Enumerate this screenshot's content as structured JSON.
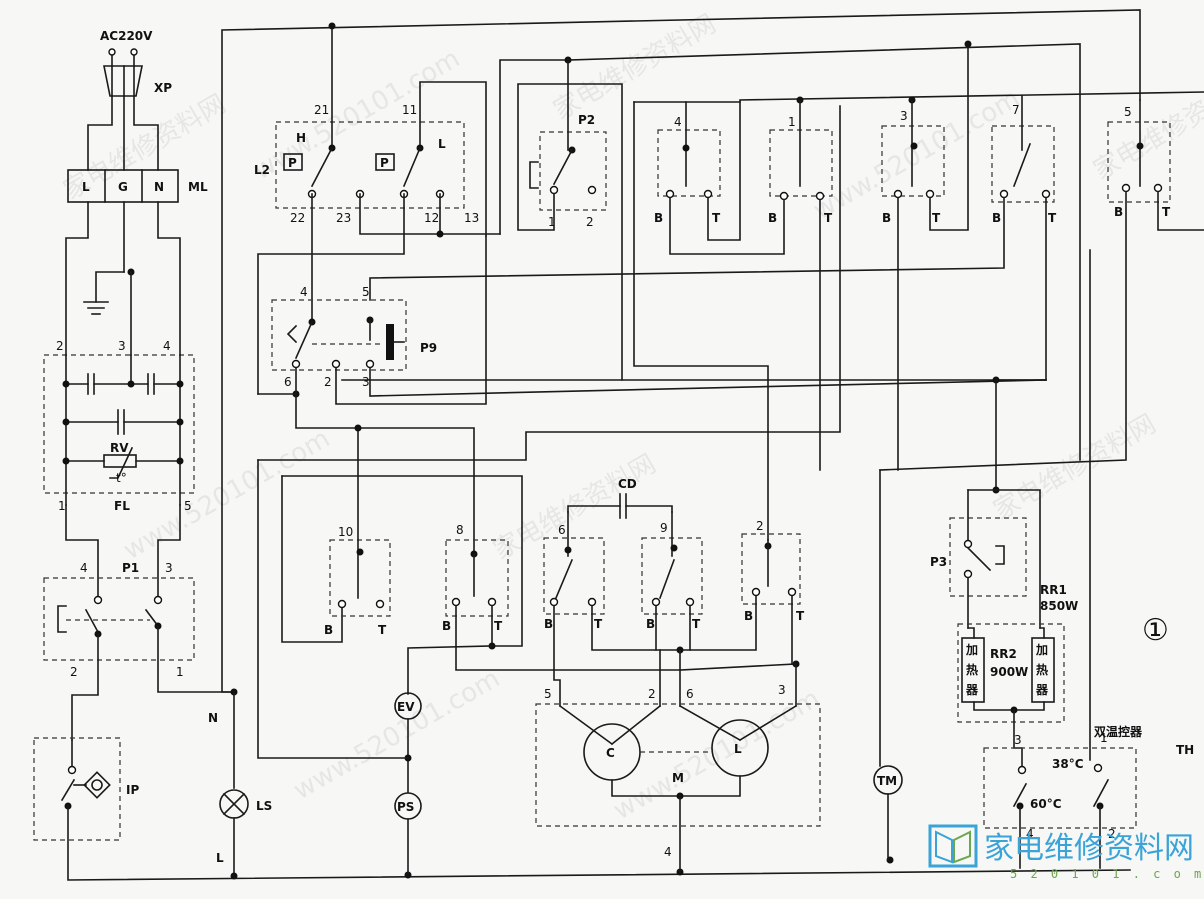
{
  "labels": {
    "ac": "AC220V",
    "xp": "XP",
    "ml": "ML",
    "ml_l": "L",
    "ml_g": "G",
    "ml_n": "N",
    "fl": "FL",
    "rv": "RV",
    "rv_t": "t°",
    "fl_2": "2",
    "fl_3": "3",
    "fl_4": "4",
    "fl_1": "1",
    "fl_5": "5",
    "p1": "P1",
    "p1_4": "4",
    "p1_3": "3",
    "p1_2": "2",
    "p1_1": "1",
    "ip": "IP",
    "n": "N",
    "l": "L",
    "ls": "LS",
    "l2": "L2",
    "l2_h": "H",
    "l2_l": "L",
    "l2_21": "21",
    "l2_11": "11",
    "l2_22": "22",
    "l2_23": "23",
    "l2_12": "12",
    "l2_13": "13",
    "l2_p": "P",
    "p2": "P2",
    "p2_1": "1",
    "p2_2": "2",
    "sw4": "4",
    "sw1": "1",
    "sw3": "3",
    "sw7": "7",
    "sw5": "5",
    "b": "B",
    "t": "T",
    "p9": "P9",
    "p9_4": "4",
    "p9_5": "5",
    "p9_6": "6",
    "p9_2": "2",
    "p9_3": "3",
    "sw10": "10",
    "sw8": "8",
    "sw6": "6",
    "sw9": "9",
    "sw2": "2",
    "cd": "CD",
    "ev": "EV",
    "ps": "PS",
    "tm": "TM",
    "m": "M",
    "m_c": "C",
    "m_l": "L",
    "m_5": "5",
    "m_2": "2",
    "m_6": "6",
    "m_3": "3",
    "m_4": "4",
    "p3": "P3",
    "rr1": "RR1",
    "rr1_w": "850W",
    "rr2": "RR2",
    "rr2_w": "900W",
    "heater": [
      "加",
      "热",
      "器"
    ],
    "th_title": "双温控器",
    "th": "TH",
    "th_38": "38°C",
    "th_60": "60°C",
    "th_3": "3",
    "th_1": "1",
    "th_4": "4",
    "th_2": "2",
    "circle_num": "①",
    "watermark_cn": "家电维修资料网",
    "watermark_url": "www.520101.com",
    "logo_title": "家电维修资料网",
    "logo_url": "5 2 0 1 0 1 . c o m"
  },
  "colors": {
    "logo_blue": "#3aa3d8",
    "logo_green": "#6aa84f"
  }
}
